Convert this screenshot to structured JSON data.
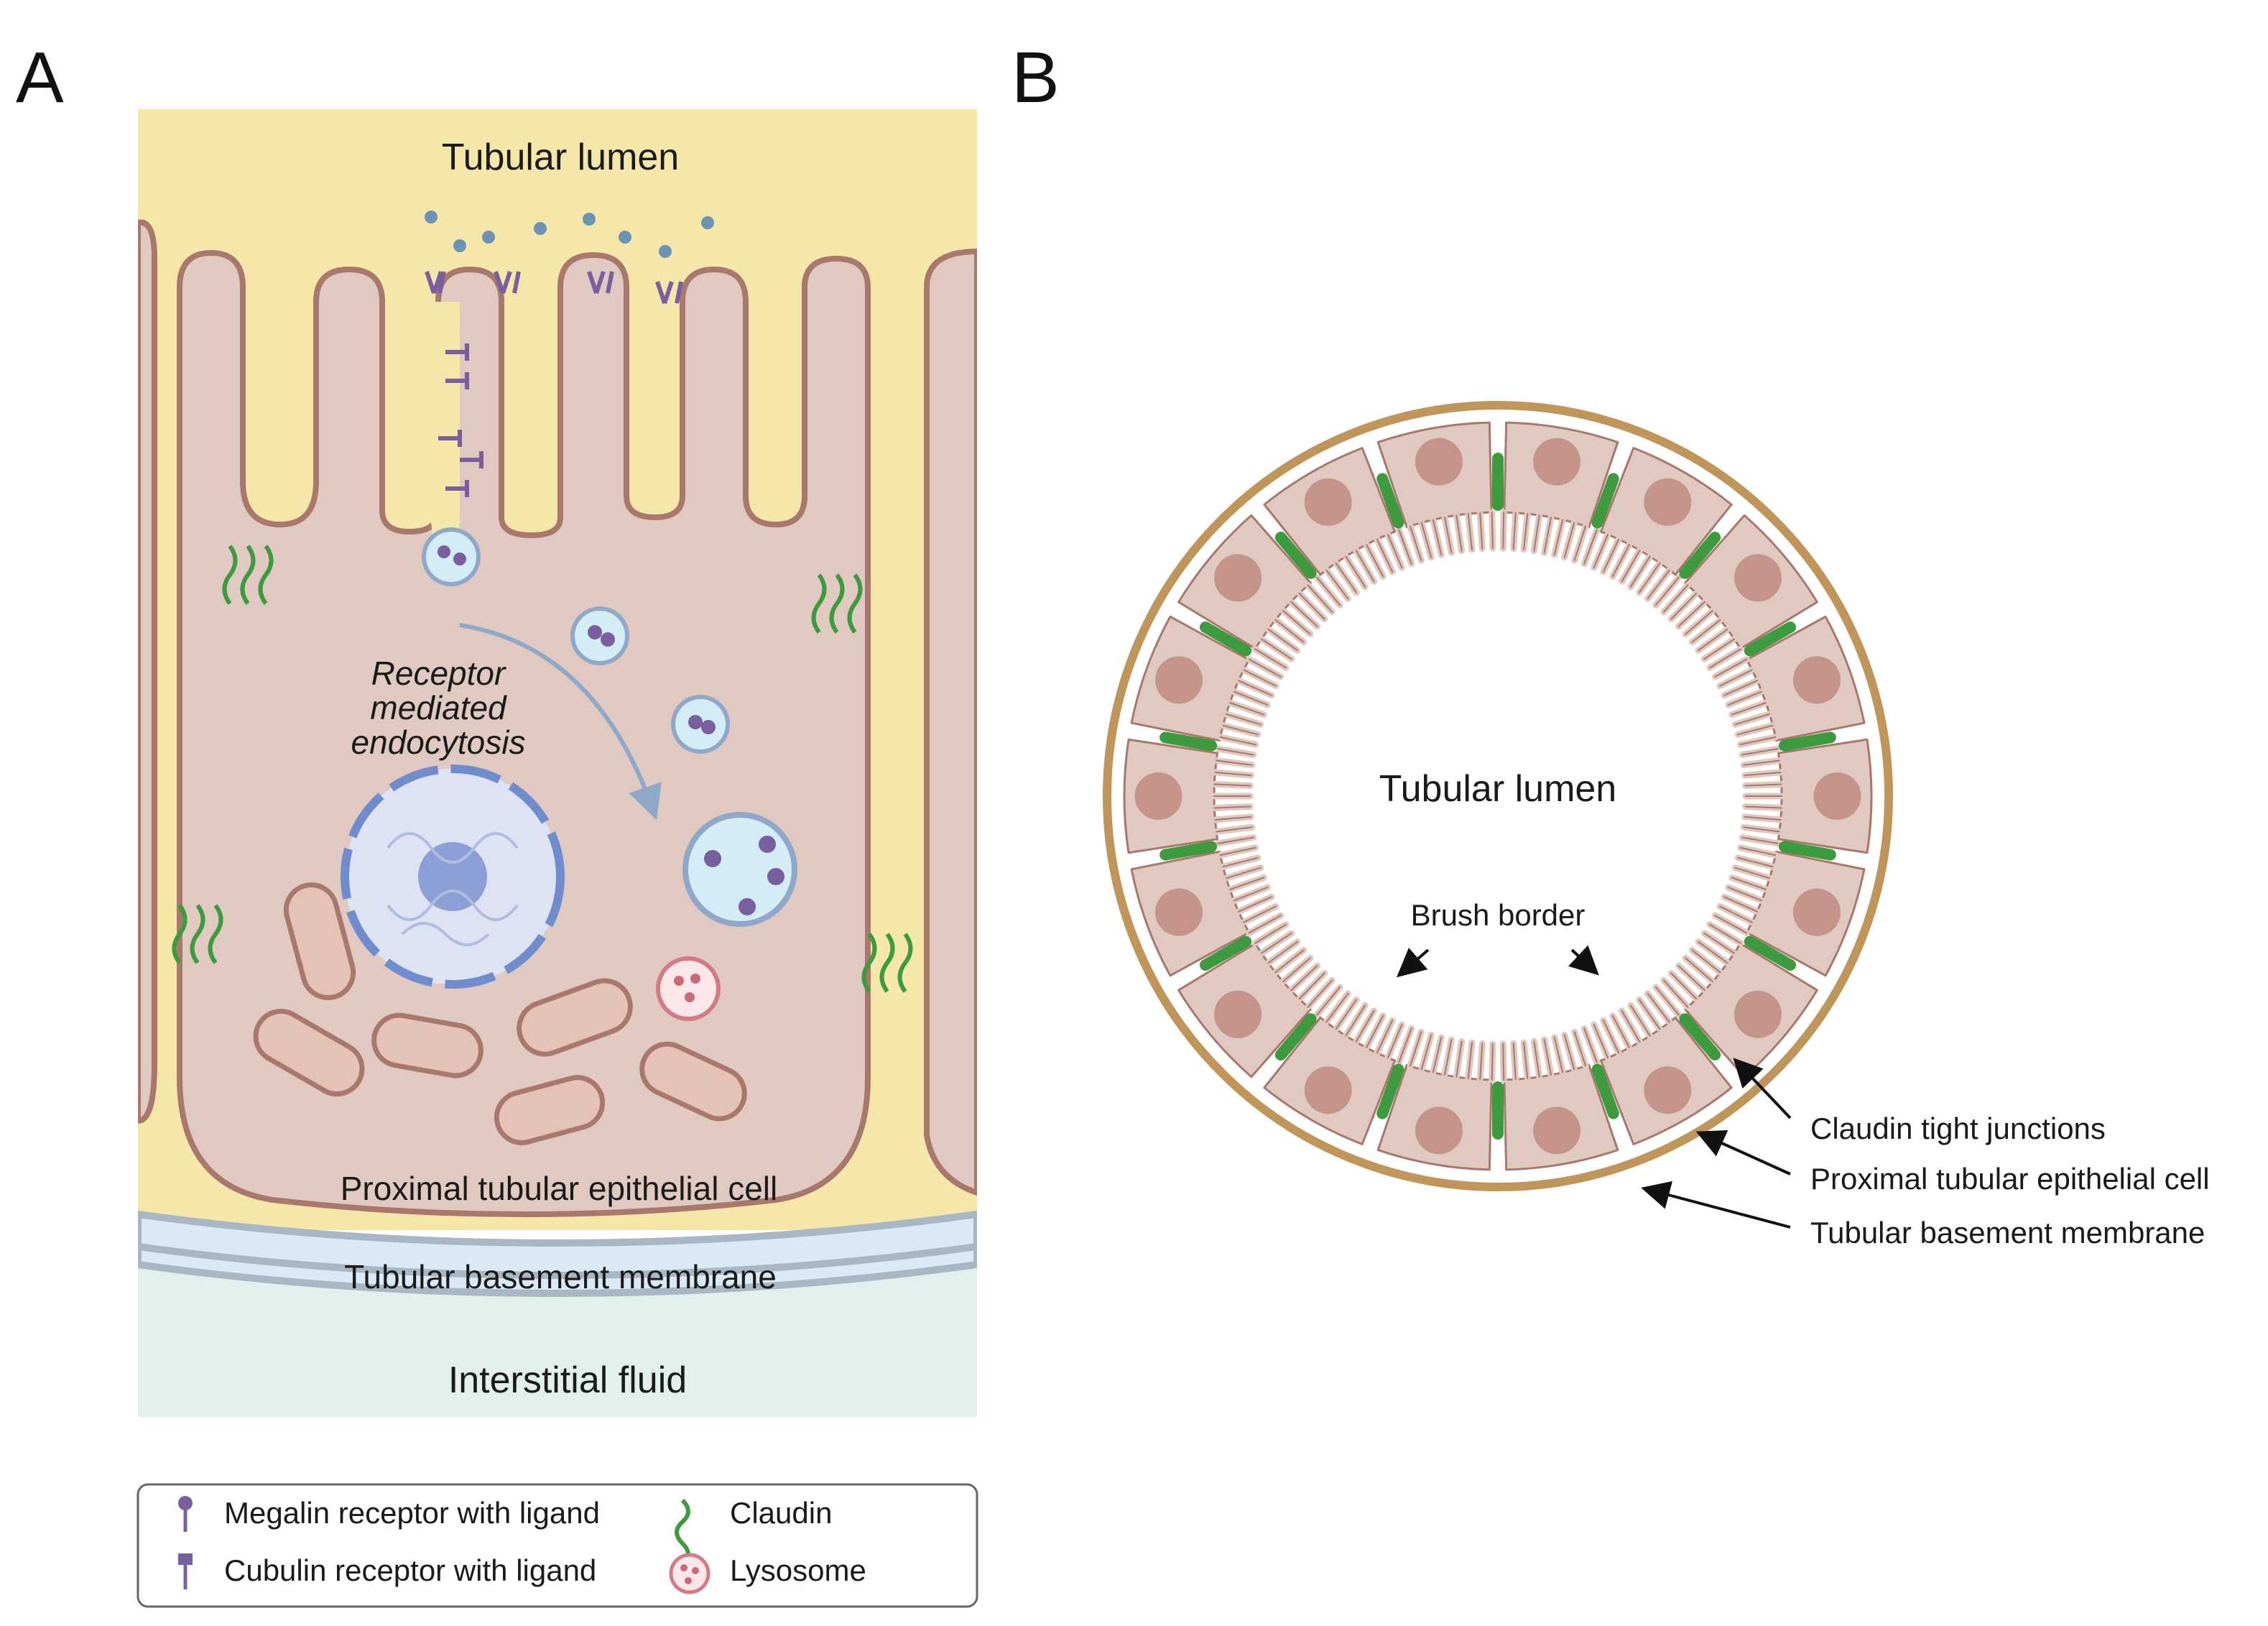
{
  "panels": {
    "a": "A",
    "b": "B"
  },
  "panel_a": {
    "tubular_lumen": "Tubular lumen",
    "endocytosis": [
      "Receptor",
      "mediated",
      "endocytosis"
    ],
    "cell": "Proximal tubular epithelial cell",
    "basement_membrane": "Tubular basement membrane",
    "interstitial": "Interstitial fluid"
  },
  "legend": {
    "megalin": "Megalin receptor with ligand",
    "cubulin": "Cubulin receptor with ligand",
    "claudin": "Claudin",
    "lysosome": "Lysosome"
  },
  "panel_b": {
    "tubular_lumen": "Tubular lumen",
    "brush_border": "Brush border",
    "claudin_junctions": "Claudin tight junctions",
    "cell": "Proximal tubular epithelial cell",
    "basement_membrane": "Tubular basement membrane"
  },
  "colors": {
    "lumen_fill": "#f5e6aa",
    "cell_fill": "#dfc9c0",
    "cell_stroke": "#a9786c",
    "nucleus": "#c4948a",
    "claudin": "#3d9a3f",
    "basement": "#c0955a",
    "interstitial": "#e1f0ec"
  }
}
